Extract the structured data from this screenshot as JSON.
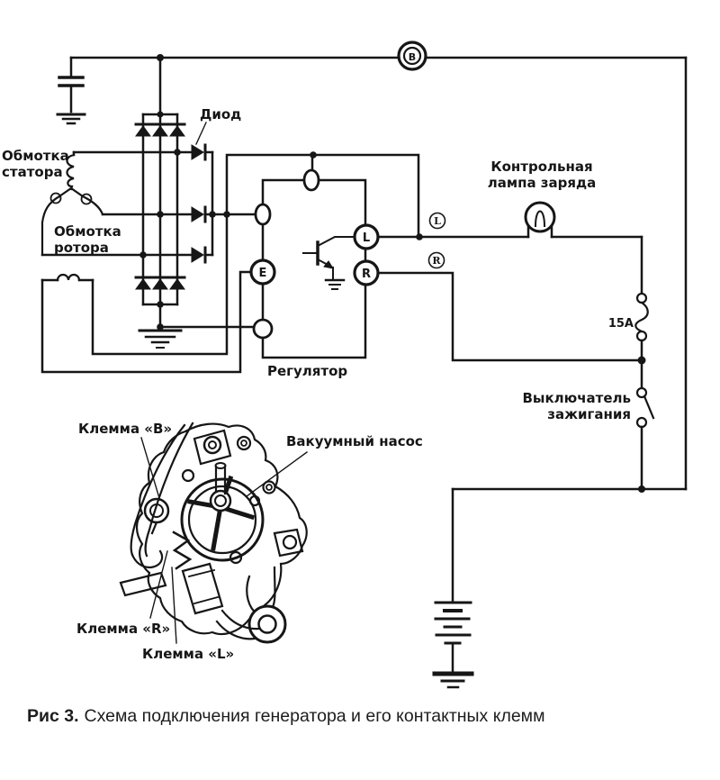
{
  "figure": {
    "caption_prefix": "Рис 3.",
    "caption_text": "Схема подключения генератора и его контактных клемм"
  },
  "schematic": {
    "labels": {
      "stator_line1": "Обмотка",
      "stator_line2": "статора",
      "rotor_line1": "Обмотка",
      "rotor_line2": "ротора",
      "diode": "Диод",
      "regulator": "Регулятор",
      "lamp_line1": "Контрольная",
      "lamp_line2": "лампа заряда",
      "fuse_rating": "15A",
      "ignition_switch_line1": "Выключатель",
      "ignition_switch_line2": "зажигания"
    },
    "terminals": {
      "meter": "B",
      "e": "E",
      "l": "L",
      "r": "R",
      "circled_l": "L",
      "circled_r": "R"
    }
  },
  "alternator": {
    "labels": {
      "terminal_b": "Клемма «B»",
      "vacuum_pump": "Вакуумный насос",
      "terminal_r": "Клемма «R»",
      "terminal_l": "Клемма «L»"
    }
  },
  "colors": {
    "ink": "#161616",
    "background": "#ffffff"
  }
}
